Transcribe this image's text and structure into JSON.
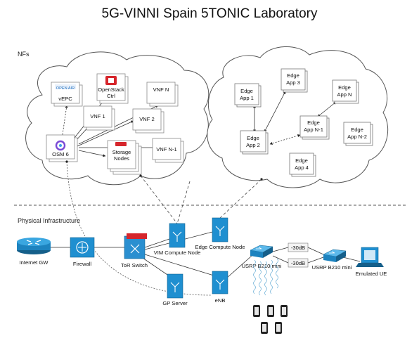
{
  "title": "5G-VINNI Spain 5TONIC Laboratory",
  "sections": {
    "nfs": "NFs",
    "physical": "Physical Infrastructure"
  },
  "nf_nodes": {
    "vepc": "vEPC",
    "open_air": "OPEN AIR",
    "openstack": "OpenStack Ctrl",
    "vnf_n": "VNF N",
    "vnf_1": "VNF 1",
    "vnf_2": "VNF 2",
    "osm": "OSM 6",
    "storage": "Storage Nodes",
    "vnf_n1": "VNF N-1"
  },
  "edge_apps": {
    "app1": "Edge App 1",
    "app2": "Edge App 2",
    "app3": "Edge App 3",
    "appn": "Edge App N",
    "appn1": "Edge App N-1",
    "appn2": "Edge App N-2",
    "app4": "Edge App 4"
  },
  "infra": {
    "internet_gw": "Internet GW",
    "firewall": "Firewall",
    "tor_switch": "ToR Switch",
    "vim_compute": "VIM Compute Node",
    "edge_compute": "Edge Compute Node",
    "gp_server": "GP Server",
    "enb": "eNB",
    "usrp1": "USRP B210 mini",
    "usrp2": "USRP B210 mini",
    "att1": "-30dB",
    "att2": "-30dB",
    "emulated_ue": "Emulated UE"
  },
  "colors": {
    "device_blue": "#1f8fd0",
    "router_blue": "#1d83bf",
    "openstack_red": "#d6262c",
    "osm_purple": "#7b4bd6"
  }
}
